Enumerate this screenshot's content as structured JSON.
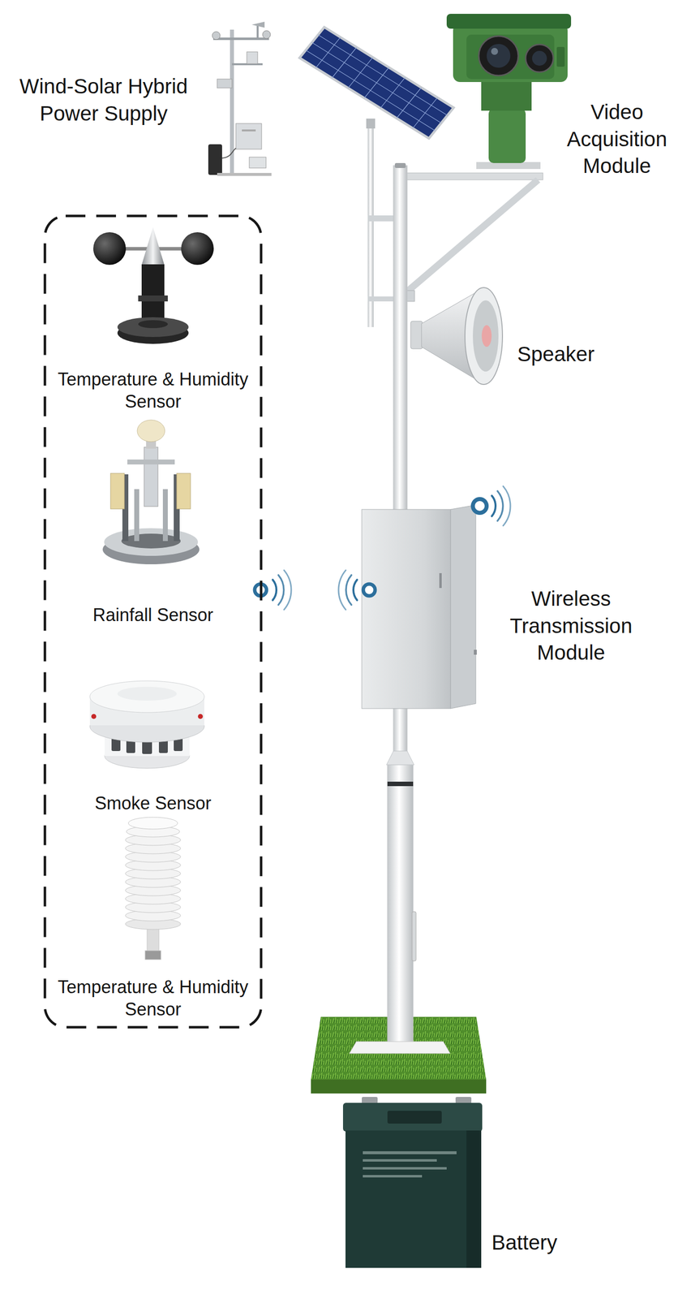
{
  "diagram": {
    "nodes": [
      {
        "text": [
          "Temperature & Humidity Sensor",
          "Rainfall Sensor",
          "Smoke Sensor",
          "Temperature & Humidity Sensor"
        ]
      }
    ],
    "labels": [
      "Wind-Solar Hybrid Power Supply",
      "Video Acquisition Module",
      "Speaker",
      "Wireless Transmission Module",
      "Battery"
    ]
  }
}
